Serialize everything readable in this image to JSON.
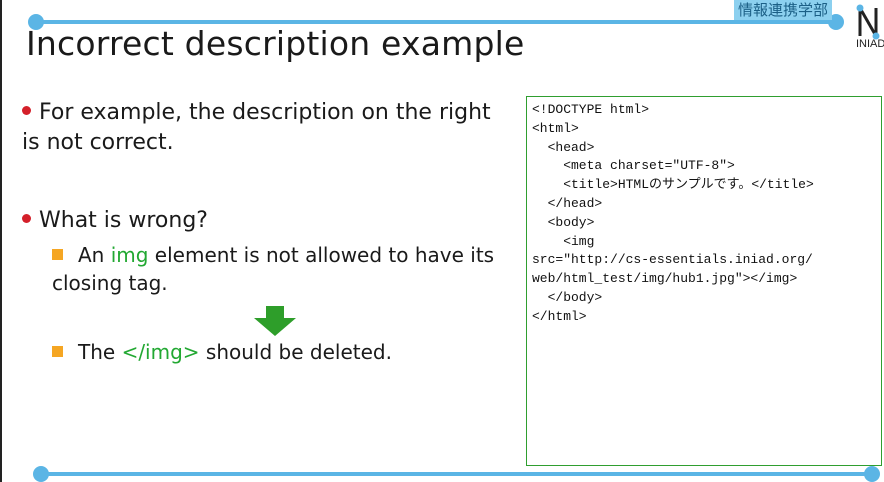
{
  "header": {
    "department": "情報連携学部",
    "logo_text": "INIAD",
    "title": "Incorrect description example"
  },
  "content": {
    "bullet1": "For example, the description on the right is not correct.",
    "bullet2": "What is wrong?",
    "sub1": {
      "prefix": "An ",
      "highlight": "img",
      "suffix": " element is not allowed to have its closing tag."
    },
    "sub2": {
      "prefix": "The ",
      "highlight": "</img>",
      "suffix": " should be deleted."
    }
  },
  "code": {
    "lines": [
      "<!DOCTYPE html>",
      "<html>",
      "  <head>",
      "    <meta charset=\"UTF-8\">",
      "    <title>HTMLのサンプルです。</title>",
      "  </head>",
      "  <body>",
      "    <img",
      "src=\"http://cs-essentials.iniad.org/",
      "web/html_test/img/hub1.jpg\"></img>",
      "  </body>",
      "</html>"
    ]
  },
  "colors": {
    "accent_blue": "#5bb5e5",
    "highlight_green": "#22a832",
    "bullet_red": "#d4202a",
    "sub_bullet_orange": "#f5a623",
    "code_border": "#2f9e2f"
  }
}
